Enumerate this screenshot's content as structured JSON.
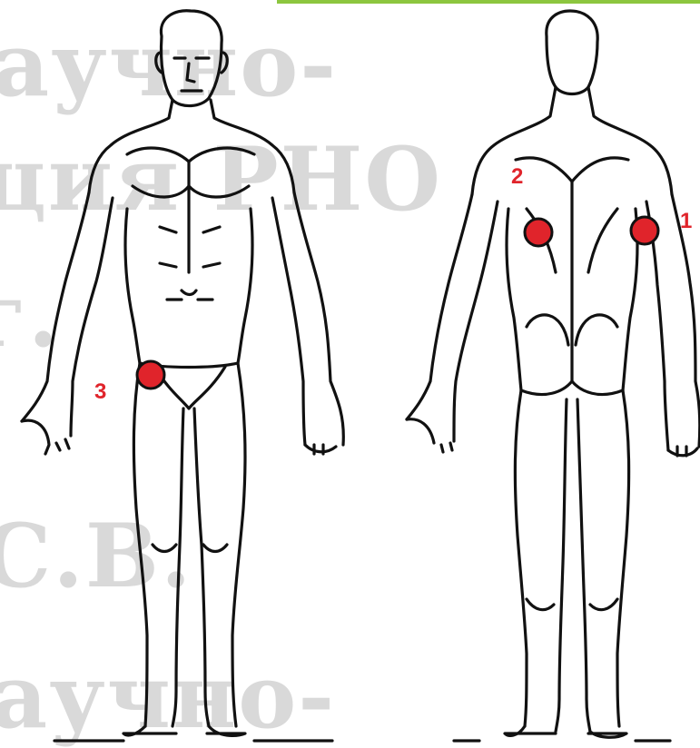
{
  "watermark": {
    "line1": "аучно-",
    "line2": "ция РНО",
    "line3": "г.",
    "line4": "С.В.",
    "line5": "аучно-"
  },
  "colors": {
    "marker": "#e0242b",
    "outline": "#111111",
    "watermark": "#d9d9d9",
    "accent_bar": "#8cc63f"
  },
  "markers": [
    {
      "label": "1",
      "view": "back",
      "site": "right upper arm"
    },
    {
      "label": "2",
      "view": "back",
      "site": "left upper back"
    },
    {
      "label": "3",
      "view": "front",
      "site": "right groin"
    }
  ]
}
